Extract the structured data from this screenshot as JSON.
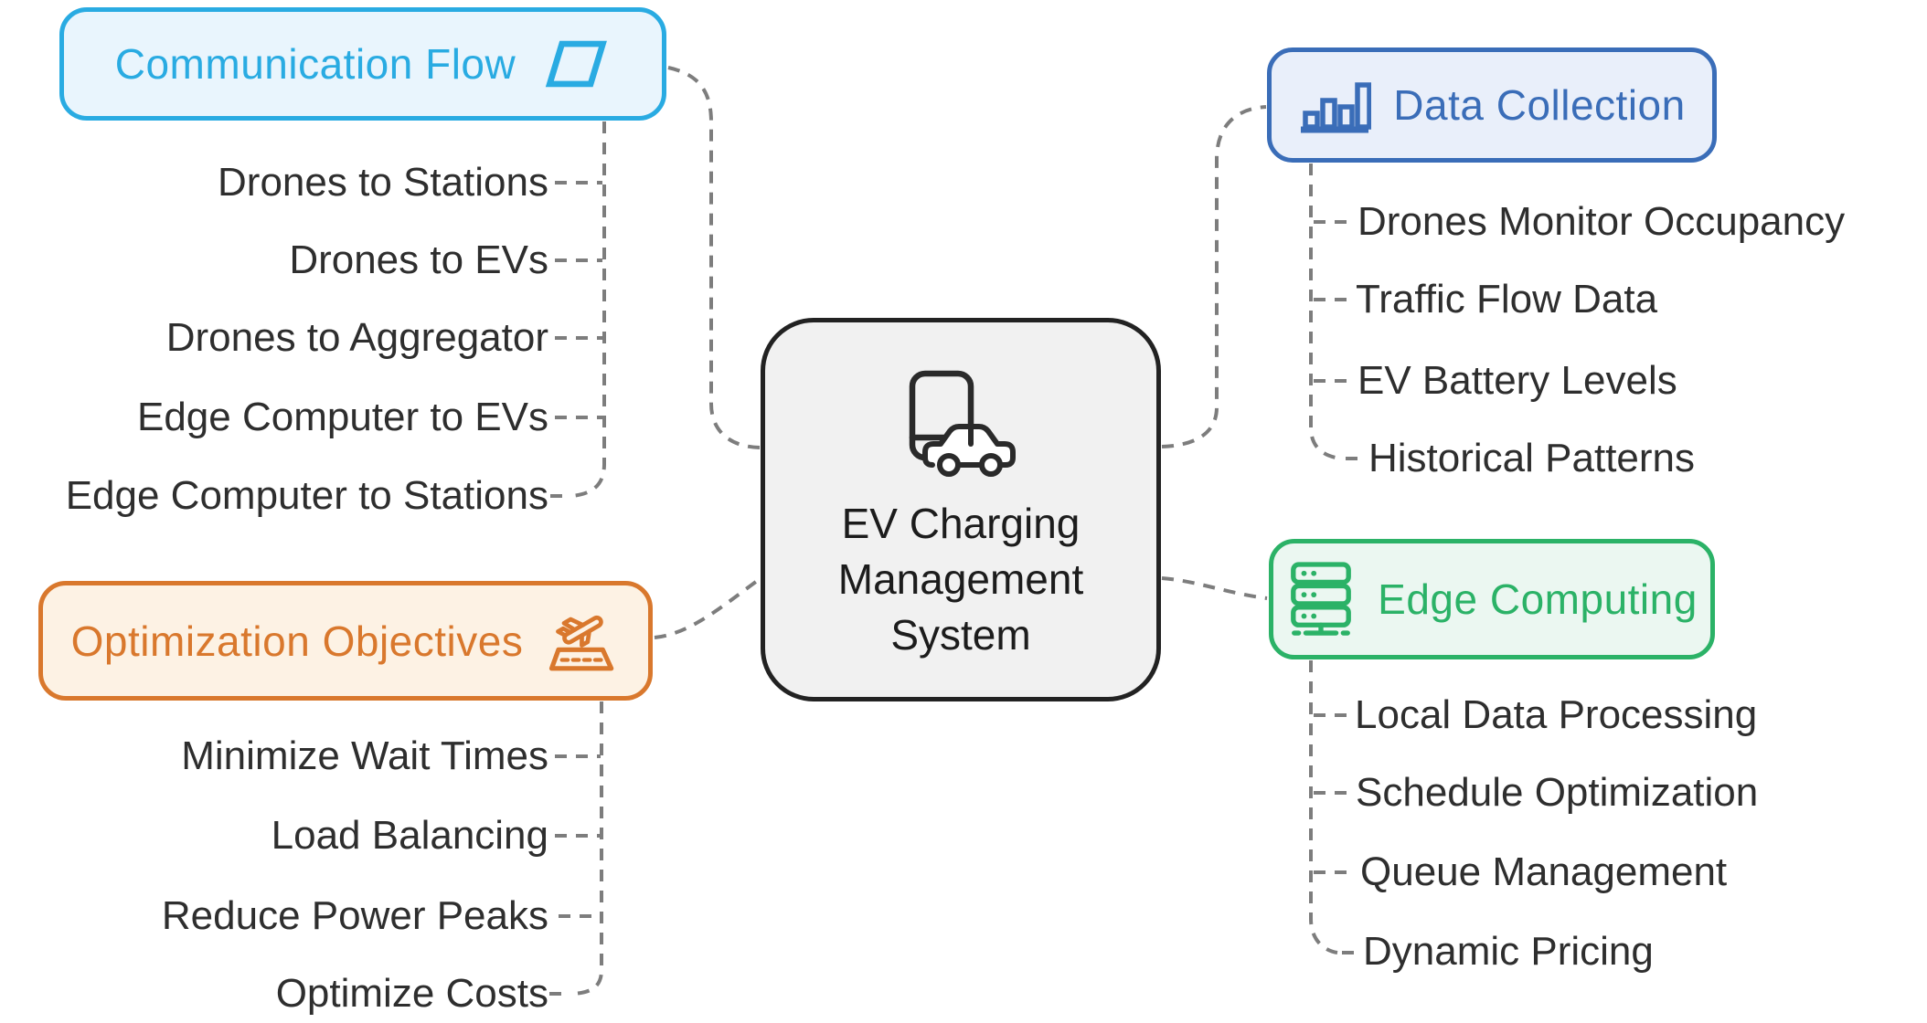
{
  "diagram": {
    "kind": "mindmap",
    "background": "#ffffff",
    "connector_color": "#7d7d7d"
  },
  "center": {
    "lines": [
      "EV Charging",
      "Management",
      "System"
    ],
    "icon": "ev-station-car-icon",
    "fill": "#f1f1f1",
    "border": "#222222"
  },
  "branches": {
    "communication": {
      "label": "Communication Flow",
      "icon": "parallelogram-icon",
      "accent": "#29abe2",
      "fill": "#e9f5fd",
      "items": [
        "Drones to Stations",
        "Drones to EVs",
        "Drones to Aggregator",
        "Edge Computer to EVs",
        "Edge Computer to Stations"
      ]
    },
    "data_collection": {
      "label": "Data Collection",
      "icon": "bar-chart-icon",
      "accent": "#3a6db8",
      "fill": "#e9effa",
      "items": [
        "Drones Monitor Occupancy",
        "Traffic Flow Data",
        "EV Battery Levels",
        "Historical Patterns"
      ]
    },
    "optimization": {
      "label": "Optimization Objectives",
      "icon": "flight-takeoff-icon",
      "accent": "#d9782d",
      "fill": "#fdf2e4",
      "items": [
        "Minimize Wait Times",
        "Load Balancing",
        "Reduce Power Peaks",
        "Optimize Costs"
      ]
    },
    "edge_computing": {
      "label": "Edge Computing",
      "icon": "server-icon",
      "accent": "#2bb267",
      "fill": "#ebf7f1",
      "items": [
        "Local Data Processing",
        "Schedule Optimization",
        "Queue Management",
        "Dynamic Pricing"
      ]
    }
  }
}
